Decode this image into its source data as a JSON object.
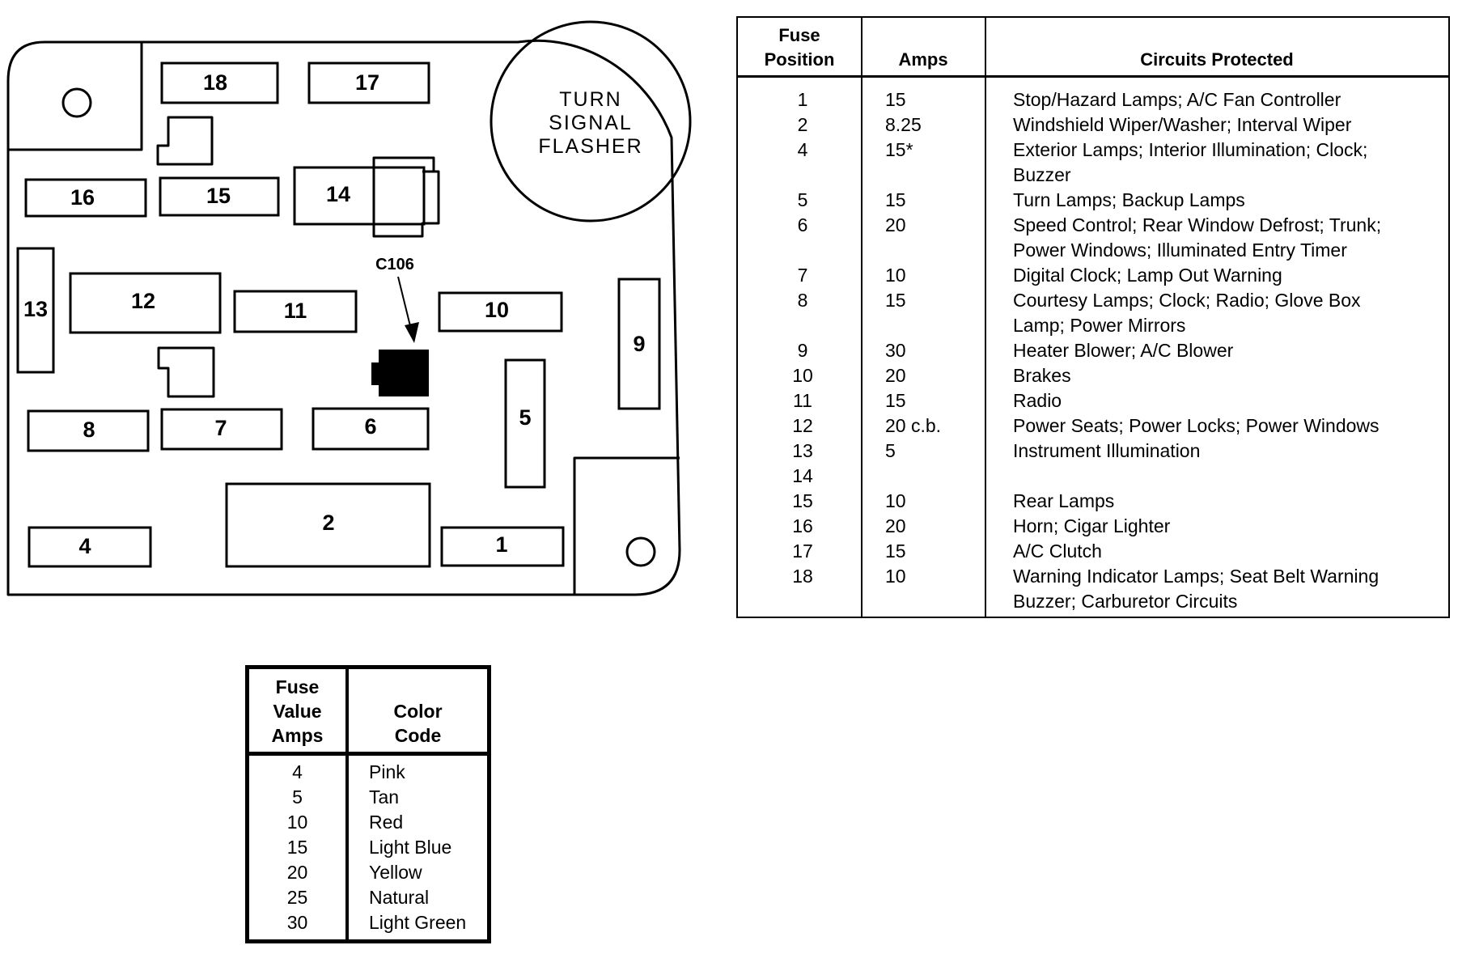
{
  "diagram": {
    "fuses": [
      {
        "id": "1",
        "label": "1"
      },
      {
        "id": "2",
        "label": "2"
      },
      {
        "id": "4",
        "label": "4"
      },
      {
        "id": "5",
        "label": "5"
      },
      {
        "id": "6",
        "label": "6"
      },
      {
        "id": "7",
        "label": "7"
      },
      {
        "id": "8",
        "label": "8"
      },
      {
        "id": "9",
        "label": "9"
      },
      {
        "id": "10",
        "label": "10"
      },
      {
        "id": "11",
        "label": "11"
      },
      {
        "id": "12",
        "label": "12"
      },
      {
        "id": "13",
        "label": "13"
      },
      {
        "id": "14",
        "label": "14"
      },
      {
        "id": "15",
        "label": "15"
      },
      {
        "id": "16",
        "label": "16"
      },
      {
        "id": "17",
        "label": "17"
      },
      {
        "id": "18",
        "label": "18"
      }
    ],
    "flasher": {
      "line1": "TURN",
      "line2": "SIGNAL",
      "line3": "FLASHER"
    },
    "connector_label": "C106"
  },
  "main_table": {
    "headers": {
      "position_line1": "Fuse",
      "position_line2": "Position",
      "amps": "Amps",
      "circuits": "Circuits Protected"
    },
    "rows": [
      {
        "position": "1",
        "amps": "15",
        "circuits": "Stop/Hazard Lamps; A/C Fan Controller"
      },
      {
        "position": "2",
        "amps": "8.25",
        "circuits": "Windshield Wiper/Washer; Interval Wiper"
      },
      {
        "position": "4",
        "amps": "15*",
        "circuits": "Exterior Lamps; Interior Illumination; Clock;",
        "circuits2": "Buzzer"
      },
      {
        "position": "5",
        "amps": "15",
        "circuits": "Turn Lamps; Backup Lamps"
      },
      {
        "position": "6",
        "amps": "20",
        "circuits": "Speed Control; Rear Window Defrost; Trunk;",
        "circuits2": "Power Windows; Illuminated Entry Timer"
      },
      {
        "position": "7",
        "amps": "10",
        "circuits": "Digital Clock; Lamp Out Warning"
      },
      {
        "position": "8",
        "amps": "15",
        "circuits": "Courtesy Lamps; Clock; Radio; Glove Box",
        "circuits2": "Lamp; Power Mirrors"
      },
      {
        "position": "9",
        "amps": "30",
        "circuits": "Heater Blower; A/C Blower"
      },
      {
        "position": "10",
        "amps": "20",
        "circuits": "Brakes"
      },
      {
        "position": "11",
        "amps": "15",
        "circuits": "Radio"
      },
      {
        "position": "12",
        "amps": "20 c.b.",
        "circuits": "Power Seats; Power Locks; Power Windows"
      },
      {
        "position": "13",
        "amps": "5",
        "circuits": "Instrument Illumination"
      },
      {
        "position": "14",
        "amps": "",
        "circuits": ""
      },
      {
        "position": "15",
        "amps": "10",
        "circuits": "Rear Lamps"
      },
      {
        "position": "16",
        "amps": "20",
        "circuits": "Horn; Cigar Lighter"
      },
      {
        "position": "17",
        "amps": "15",
        "circuits": "A/C Clutch"
      },
      {
        "position": "18",
        "amps": "10",
        "circuits": "Warning Indicator Lamps; Seat Belt Warning",
        "circuits2": "Buzzer; Carburetor Circuits"
      }
    ]
  },
  "color_table": {
    "headers": {
      "value_line1": "Fuse",
      "value_line2": "Value",
      "value_line3": "Amps",
      "color_line1": "Color",
      "color_line2": "Code"
    },
    "rows": [
      {
        "value": "4",
        "color": "Pink"
      },
      {
        "value": "5",
        "color": "Tan"
      },
      {
        "value": "10",
        "color": "Red"
      },
      {
        "value": "15",
        "color": "Light Blue"
      },
      {
        "value": "20",
        "color": "Yellow"
      },
      {
        "value": "25",
        "color": "Natural"
      },
      {
        "value": "30",
        "color": "Light Green"
      }
    ]
  }
}
